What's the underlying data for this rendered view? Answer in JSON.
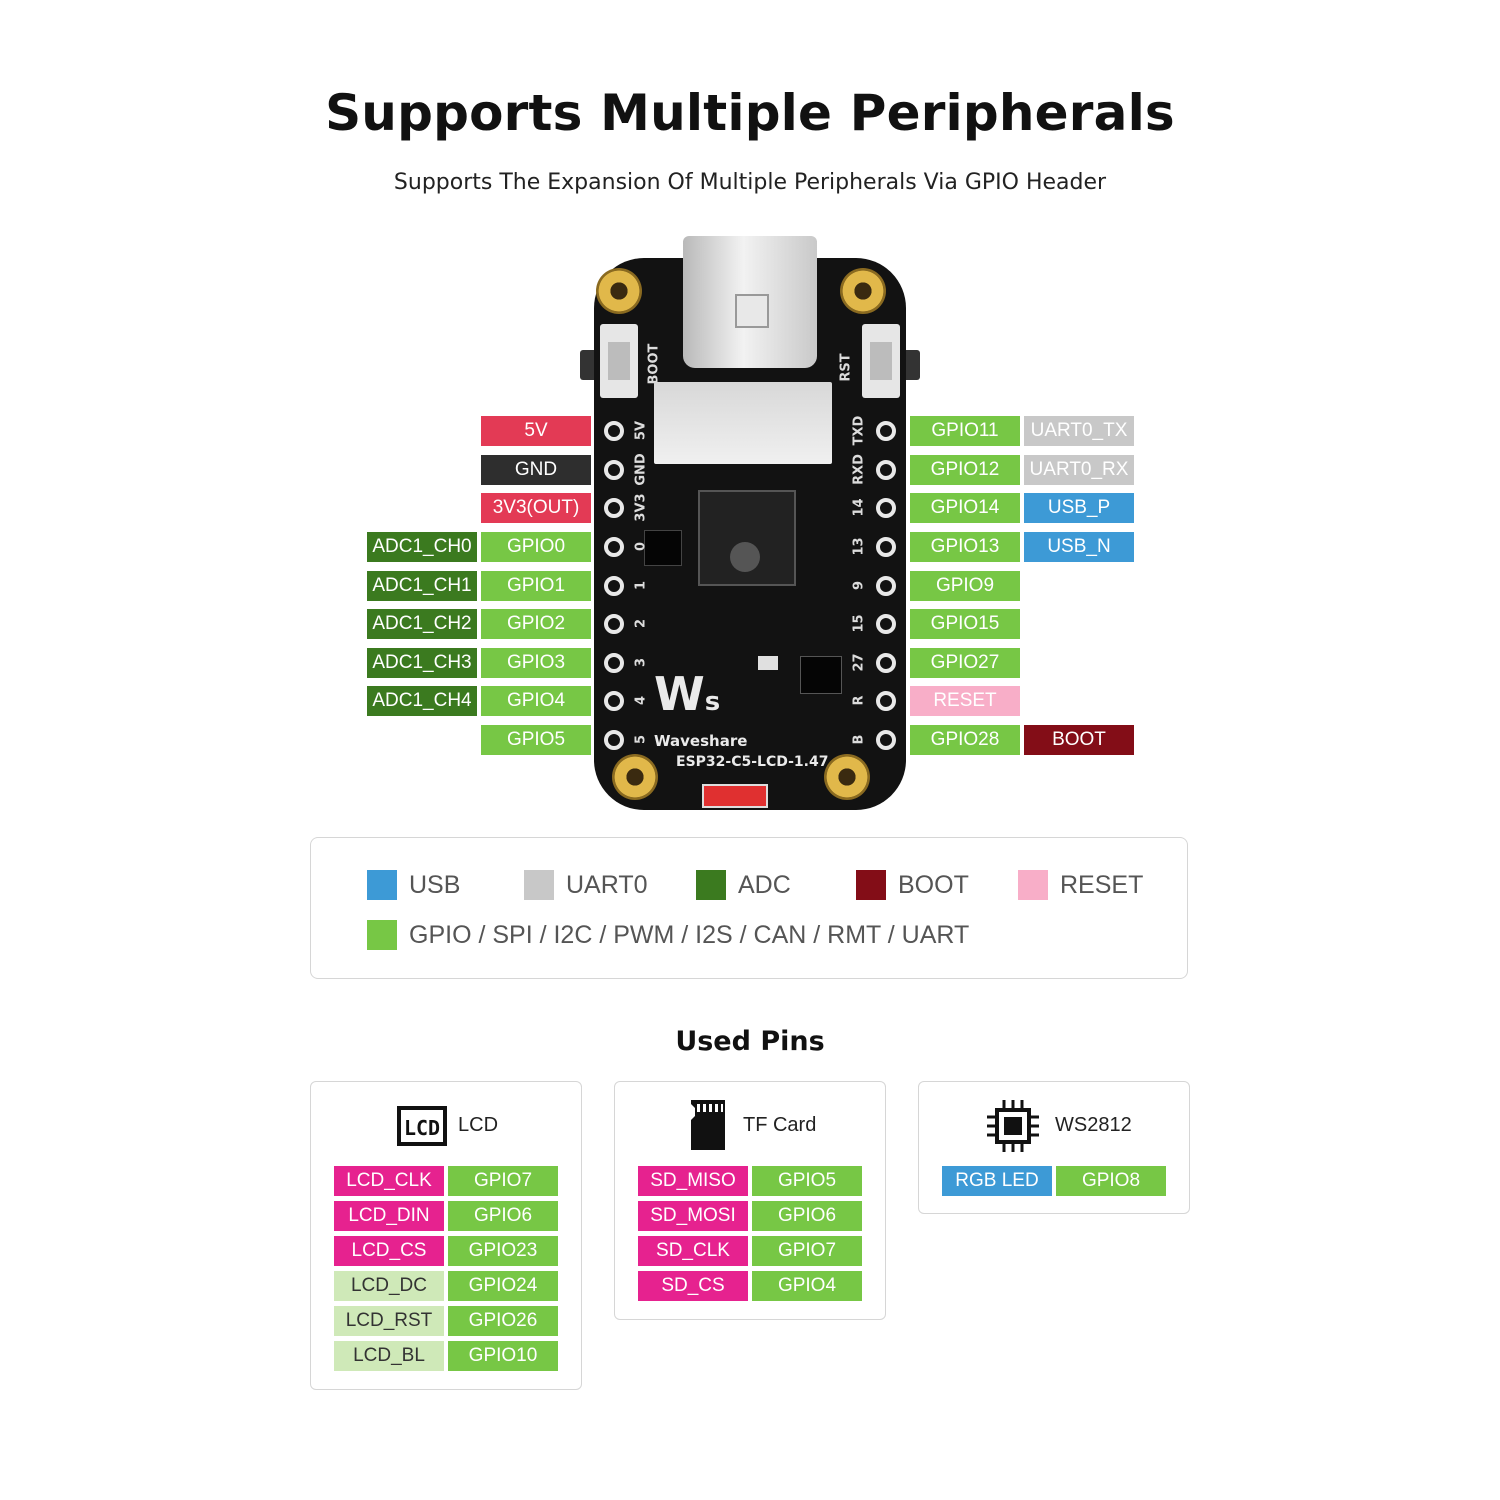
{
  "header": {
    "title": "Supports Multiple Peripherals",
    "subtitle": "Supports The Expansion Of Multiple Peripherals Via GPIO Header"
  },
  "colors": {
    "usb": "#3d9ad6",
    "uart0": "#c8c8c8",
    "adc": "#3b7a1f",
    "boot": "#830d17",
    "reset": "#f8aec8",
    "gpio": "#77c745",
    "power": "#e33a55",
    "gnd": "#2e2e2e",
    "lcd_pink": "#e6228f",
    "light_green": "#cfe9b8"
  },
  "board": {
    "silk_boot": "BOOT",
    "silk_rst": "RST",
    "brand": "Waveshare",
    "model": "ESP32-C5-LCD-1.47",
    "left_silk": [
      "5V",
      "GND",
      "3V3",
      "0",
      "1",
      "2",
      "3",
      "4",
      "5"
    ],
    "right_silk": [
      "TXD",
      "RXD",
      "14",
      "13",
      "9",
      "15",
      "27",
      "R",
      "B"
    ]
  },
  "left_pins": [
    {
      "pin": "5V",
      "kind": "power"
    },
    {
      "pin": "GND",
      "kind": "gnd"
    },
    {
      "pin": "3V3(OUT)",
      "kind": "power"
    },
    {
      "pin": "GPIO0",
      "kind": "gpio",
      "alt": "ADC1_CH0"
    },
    {
      "pin": "GPIO1",
      "kind": "gpio",
      "alt": "ADC1_CH1"
    },
    {
      "pin": "GPIO2",
      "kind": "gpio",
      "alt": "ADC1_CH2"
    },
    {
      "pin": "GPIO3",
      "kind": "gpio",
      "alt": "ADC1_CH3"
    },
    {
      "pin": "GPIO4",
      "kind": "gpio",
      "alt": "ADC1_CH4"
    },
    {
      "pin": "GPIO5",
      "kind": "gpio"
    }
  ],
  "right_pins": [
    {
      "pin": "GPIO11",
      "kind": "gpio",
      "alt": "UART0_TX",
      "alt_kind": "uart0"
    },
    {
      "pin": "GPIO12",
      "kind": "gpio",
      "alt": "UART0_RX",
      "alt_kind": "uart0"
    },
    {
      "pin": "GPIO14",
      "kind": "gpio",
      "alt": "USB_P",
      "alt_kind": "usb"
    },
    {
      "pin": "GPIO13",
      "kind": "gpio",
      "alt": "USB_N",
      "alt_kind": "usb"
    },
    {
      "pin": "GPIO9",
      "kind": "gpio"
    },
    {
      "pin": "GPIO15",
      "kind": "gpio"
    },
    {
      "pin": "GPIO27",
      "kind": "gpio"
    },
    {
      "pin": "RESET",
      "kind": "reset"
    },
    {
      "pin": "GPIO28",
      "kind": "gpio",
      "alt": "BOOT",
      "alt_kind": "boot"
    }
  ],
  "legend": {
    "row1": [
      {
        "label": "USB",
        "kind": "usb"
      },
      {
        "label": "UART0",
        "kind": "uart0"
      },
      {
        "label": "ADC",
        "kind": "adc"
      },
      {
        "label": "BOOT",
        "kind": "boot"
      },
      {
        "label": "RESET",
        "kind": "reset"
      }
    ],
    "row2": {
      "label": "GPIO / SPI / I2C / PWM / I2S / CAN / RMT / UART",
      "kind": "gpio"
    }
  },
  "used_pins": {
    "title": "Used Pins",
    "lcd": {
      "title": "LCD",
      "icon": "lcd-icon",
      "rows": [
        {
          "name": "LCD_CLK",
          "gpio": "GPIO7",
          "kind": "lcd_pink"
        },
        {
          "name": "LCD_DIN",
          "gpio": "GPIO6",
          "kind": "lcd_pink"
        },
        {
          "name": "LCD_CS",
          "gpio": "GPIO23",
          "kind": "lcd_pink"
        },
        {
          "name": "LCD_DC",
          "gpio": "GPIO24",
          "kind": "light_green"
        },
        {
          "name": "LCD_RST",
          "gpio": "GPIO26",
          "kind": "light_green"
        },
        {
          "name": "LCD_BL",
          "gpio": "GPIO10",
          "kind": "light_green"
        }
      ]
    },
    "tf": {
      "title": "TF Card",
      "icon": "sd-card-icon",
      "rows": [
        {
          "name": "SD_MISO",
          "gpio": "GPIO5",
          "kind": "lcd_pink"
        },
        {
          "name": "SD_MOSI",
          "gpio": "GPIO6",
          "kind": "lcd_pink"
        },
        {
          "name": "SD_CLK",
          "gpio": "GPIO7",
          "kind": "lcd_pink"
        },
        {
          "name": "SD_CS",
          "gpio": "GPIO4",
          "kind": "lcd_pink"
        }
      ]
    },
    "ws2812": {
      "title": "WS2812",
      "icon": "chip-icon",
      "rows": [
        {
          "name": "RGB LED",
          "gpio": "GPIO8",
          "kind": "usb"
        }
      ]
    }
  }
}
